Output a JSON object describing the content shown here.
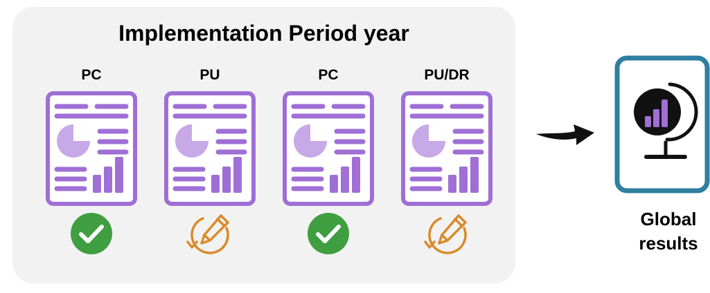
{
  "panel": {
    "title": "Implementation Period year"
  },
  "documents": [
    {
      "label": "PC",
      "status": "approved",
      "status_icon": "check-circle-icon"
    },
    {
      "label": "PU",
      "status": "in-revision",
      "status_icon": "edit-cycle-icon"
    },
    {
      "label": "PC",
      "status": "approved",
      "status_icon": "check-circle-icon"
    },
    {
      "label": "PU/DR",
      "status": "in-revision",
      "status_icon": "edit-cycle-icon"
    }
  ],
  "output": {
    "line1": "Global",
    "line2": "results"
  },
  "colors": {
    "panel_bg": "#f2f2f2",
    "document": "#9f6fd6",
    "document_light": "#c7a9e8",
    "check": "#3f9e3f",
    "revise": "#d98a2b",
    "frame": "#2e7fa0"
  }
}
